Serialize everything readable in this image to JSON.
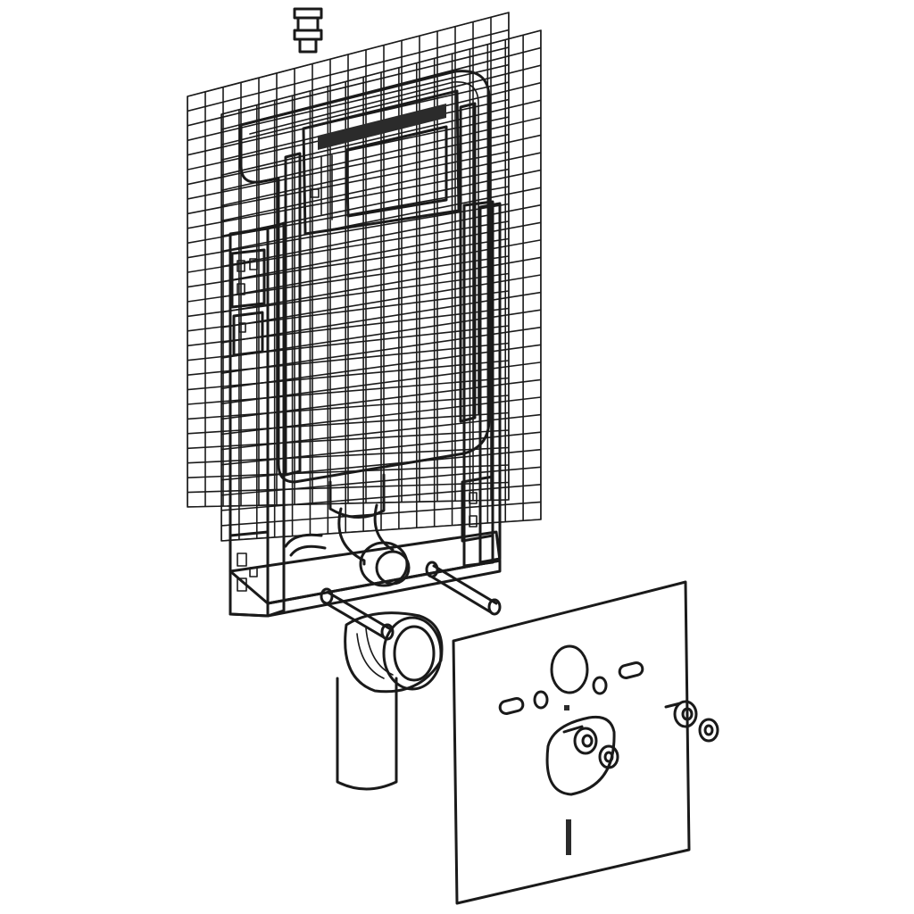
{
  "diagram": {
    "style": "isometric line drawing",
    "colors": {
      "line": "#1a1a1a",
      "background": "#ffffff",
      "fill": "#ffffff",
      "accent_fill": "#2b2b2b"
    },
    "parts": [
      {
        "id": "water-connection-valve",
        "icon": "valve-icon"
      },
      {
        "id": "mesh-mat-back",
        "icon": "mesh-icon"
      },
      {
        "id": "mesh-mat-front",
        "icon": "mesh-icon"
      },
      {
        "id": "installation-frame",
        "icon": "frame-icon"
      },
      {
        "id": "cistern",
        "icon": "cistern-icon"
      },
      {
        "id": "actuator-opening",
        "icon": "actuator-icon"
      },
      {
        "id": "flush-bend",
        "icon": "pipe-bend-icon"
      },
      {
        "id": "drain-connector",
        "icon": "pipe-icon"
      },
      {
        "id": "fixing-rod-left",
        "icon": "rod-icon"
      },
      {
        "id": "fixing-rod-right",
        "icon": "rod-icon"
      },
      {
        "id": "soundproofing-plate",
        "icon": "plate-icon"
      },
      {
        "id": "plate-screw-right",
        "icon": "screw-icon"
      },
      {
        "id": "plate-screw-center",
        "icon": "screw-icon"
      },
      {
        "id": "washer-right",
        "icon": "washer-icon"
      },
      {
        "id": "washer-center",
        "icon": "washer-icon"
      }
    ]
  }
}
